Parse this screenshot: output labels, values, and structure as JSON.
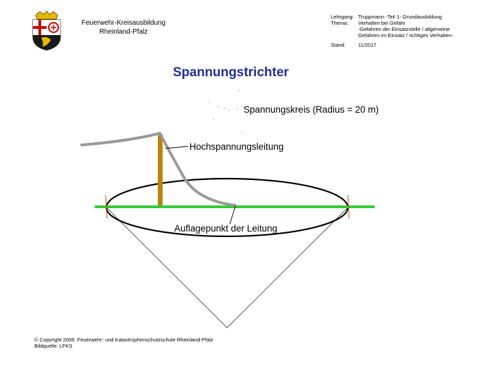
{
  "header": {
    "org_line1": "Feuerwehr-Kreisausbildung",
    "org_line2": "Rheinland-Pfalz",
    "meta": [
      {
        "key": "Lehrgang:",
        "value": "Truppmann -Teil 1- Grundausbildung"
      },
      {
        "key": "Thema:",
        "value": "Verhalten bei Gefahr"
      },
      {
        "key": "",
        "value": "-Gefahren der Einsatzstelle / allgemeine"
      },
      {
        "key": "",
        "value": "Gefahren im Einsatz / richtiges Verhalten-"
      },
      {
        "key": "Stand:",
        "value": "11/2017"
      }
    ]
  },
  "slide": {
    "title": "Spannungstrichter",
    "labels": {
      "radius": "Spannungskreis (Radius = 20 m)",
      "line": "Hochspannungsleitung",
      "contact": "Auflagepunkt der Leitung"
    }
  },
  "footer": {
    "copyright": "© Copyright 2006: Feuerwehr- und Katastrophenschutzschule Rheinland-Pfalz",
    "source": "Bildquelle: LFKS"
  },
  "colors": {
    "title": "#1f2f99",
    "ground": "#33cc33",
    "pole": "#b8860b",
    "cable": "#999999"
  }
}
